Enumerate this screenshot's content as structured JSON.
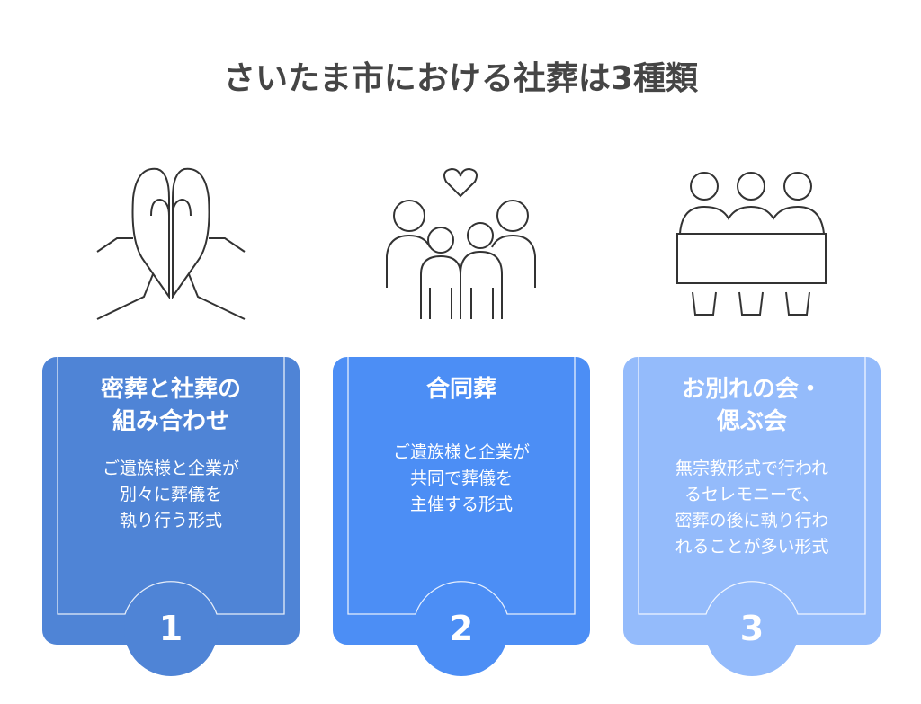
{
  "title": "さいたま市における社葬は3種類",
  "cards": [
    {
      "title_line1": "密葬と社葬の",
      "title_line2": "組み合わせ",
      "desc_line1": "ご遺族様と企業が",
      "desc_line2": "別々に葬儀を",
      "desc_line3": "執り行う形式",
      "number": "1",
      "color": "#4f84d6",
      "icon": "praying-hands-icon"
    },
    {
      "title_line1": "合同葬",
      "title_line2": "",
      "desc_line1": "ご遺族様と企業が",
      "desc_line2": "共同で葬儀を",
      "desc_line3": "主催する形式",
      "number": "2",
      "color": "#4c8ef5",
      "icon": "family-heart-icon"
    },
    {
      "title_line1": "お別れの会・",
      "title_line2": "偲ぶ会",
      "desc_line1": "無宗教形式で行われ",
      "desc_line2": "るセレモニーで、",
      "desc_line3": "密葬の後に執り行わ",
      "desc_line4": "れることが多い形式",
      "number": "3",
      "color": "#94bbfb",
      "icon": "people-at-table-icon"
    }
  ]
}
